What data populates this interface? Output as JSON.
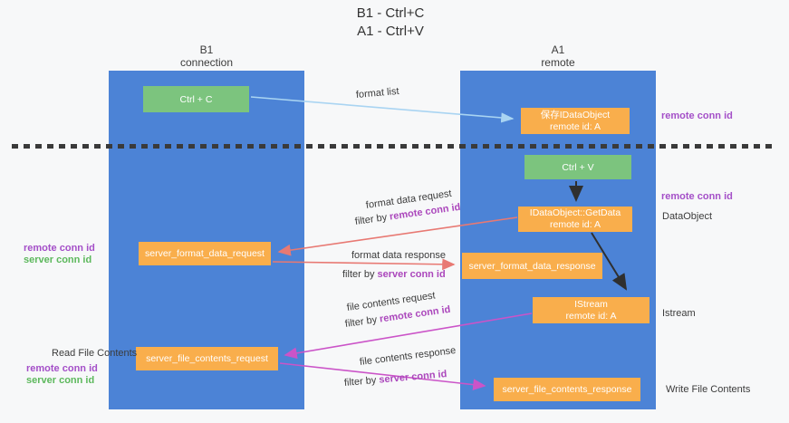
{
  "title": {
    "line1": "B1 - Ctrl+C",
    "line2": "A1 - Ctrl+V"
  },
  "columns": {
    "b1": {
      "name": "B1",
      "role": "connection"
    },
    "a1": {
      "name": "A1",
      "role": "remote"
    }
  },
  "nodes": {
    "ctrl_c": {
      "label": "Ctrl + C"
    },
    "save_dataobject": {
      "line1": "保存IDataObject",
      "line2": "remote id: A"
    },
    "ctrl_v": {
      "label": "Ctrl + V"
    },
    "getdata": {
      "line1": "IDataObject::GetData",
      "line2": "remote id: A"
    },
    "server_format_data_request": {
      "label": "server_format_data_request"
    },
    "server_format_data_response": {
      "label": "server_format_data_response"
    },
    "istream": {
      "line1": "IStream",
      "line2": "remote id: A"
    },
    "server_file_contents_request": {
      "label": "server_file_contents_request"
    },
    "server_file_contents_response": {
      "label": "server_file_contents_response"
    }
  },
  "flows": {
    "format_list": {
      "label": "format list"
    },
    "format_data_request": {
      "label": "format data request",
      "filter_prefix": "filter by ",
      "filter_key": "remote conn id"
    },
    "format_data_response": {
      "label": "format data response",
      "filter_prefix": "filter by ",
      "filter_key": "server conn id"
    },
    "file_contents_request": {
      "label": "file contents request",
      "filter_prefix": "filter by ",
      "filter_key": "remote conn id"
    },
    "file_contents_response": {
      "label": "file contents response",
      "filter_prefix": "filter by ",
      "filter_key": "server conn id"
    }
  },
  "annotations": {
    "right_remote_conn_id_top": "remote conn id",
    "right_remote_conn_id_mid": "remote conn id",
    "right_dataobject": "DataObject",
    "right_istream": "Istream",
    "right_write_file": "Write File Contents",
    "left_remote_conn_id_top": "remote conn id",
    "left_server_conn_id_top": "server conn id",
    "left_read_file": "Read File Contents",
    "left_remote_conn_id_bottom": "remote conn id",
    "left_server_conn_id_bottom": "server conn id"
  },
  "colors": {
    "column_blue": "#4c83d6",
    "node_green": "#7cc47e",
    "node_orange": "#f9ae4c",
    "arrow_salmon": "#e87973",
    "arrow_magenta": "#cb54c8",
    "arrow_lightblue": "#a9d4f2",
    "arrow_black": "#2f2f2f",
    "label_purple": "#a44fc8",
    "label_green": "#5cb85c"
  }
}
